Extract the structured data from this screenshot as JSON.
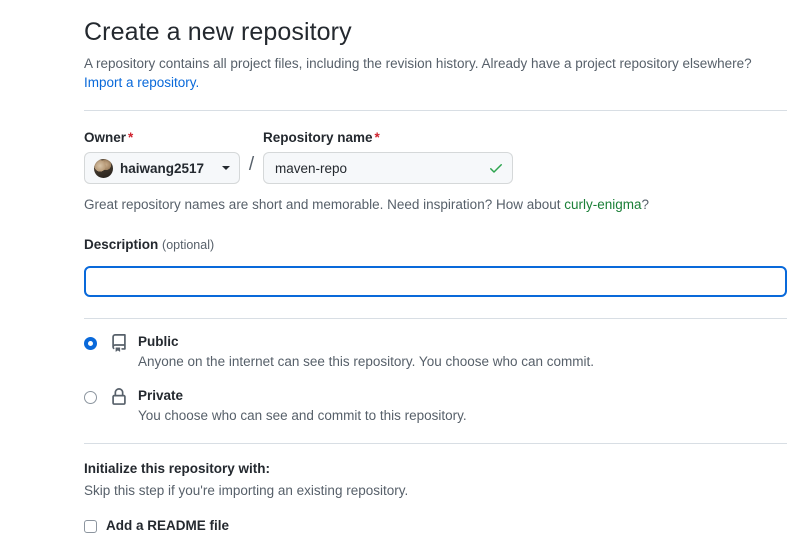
{
  "header": {
    "title": "Create a new repository",
    "subtitle_text": "A repository contains all project files, including the revision history. Already have a project repository elsewhere?",
    "import_link": "Import a repository."
  },
  "owner": {
    "label": "Owner",
    "required_mark": "*",
    "value": "haiwang2517",
    "avatar_alt": "avatar"
  },
  "separator": "/",
  "repository_name": {
    "label": "Repository name",
    "required_mark": "*",
    "value": "maven-repo",
    "placeholder": "",
    "valid_icon": "check-icon"
  },
  "name_hint": {
    "prefix": "Great repository names are short and memorable. Need inspiration? How about ",
    "suggestion": "curly-enigma",
    "suffix": "?"
  },
  "description": {
    "label": "Description",
    "optional": "(optional)",
    "value": "",
    "placeholder": "",
    "focused": true
  },
  "visibility": {
    "options": [
      {
        "id": "public",
        "title": "Public",
        "description": "Anyone on the internet can see this repository. You choose who can commit.",
        "selected": true,
        "icon": "repo-icon"
      },
      {
        "id": "private",
        "title": "Private",
        "description": "You choose who can see and commit to this repository.",
        "selected": false,
        "icon": "lock-icon"
      }
    ]
  },
  "initialize": {
    "title": "Initialize this repository with:",
    "subtitle": "Skip this step if you're importing an existing repository.",
    "items": [
      {
        "label": "Add a README file",
        "checked": false
      }
    ]
  },
  "colors": {
    "accent": "#0969da",
    "success": "#2da44e",
    "danger": "#cf222e",
    "suggestion": "#1a7f37",
    "text": "#24292f",
    "muted": "#57606a",
    "border": "#d8dee4",
    "field_bg": "#f6f8fa"
  }
}
